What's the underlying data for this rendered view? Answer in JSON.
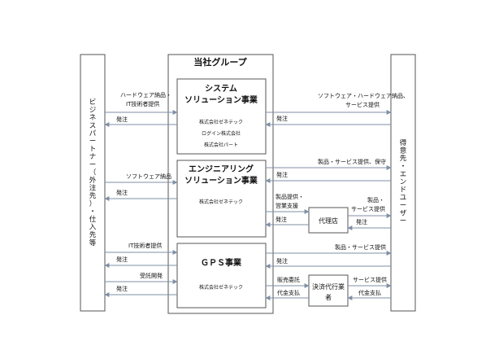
{
  "left_entity": "ビジネスパートナー（外注先）・仕入先等",
  "right_entity": "得意先・エンドユーザー",
  "group_title": "当社グループ",
  "segments": [
    {
      "title_lines": [
        "システム",
        "ソリューション事業"
      ],
      "companies": [
        "株式会社ゼネテック",
        "ログイン株式会社",
        "株式会社パート"
      ]
    },
    {
      "title_lines": [
        "エンジニアリング",
        "ソリューション事業"
      ],
      "companies": [
        "株式会社ゼネテック"
      ]
    },
    {
      "title_lines": [
        "ＧＰＳ事業"
      ],
      "companies": [
        "株式会社ゼネテック"
      ]
    }
  ],
  "agency_label": "代理店",
  "payment_agent_label": [
    "決済代行業",
    "者"
  ],
  "left_labels": {
    "s1_in": [
      "ハードウェア納品・",
      "IT技術者提供"
    ],
    "s1_out": "発注",
    "s2_in": "ソフトウェア納品",
    "s2_out": "発注",
    "s3_in": "IT技術者提供",
    "s3_out": "発注",
    "s3_in2": "受託開発",
    "s3_out2": "発注"
  },
  "right_labels": {
    "s1_out": [
      "ソフトウェア・ハードウェア納品、",
      "サービス提供"
    ],
    "s1_in": "発注",
    "s2_out": "製品・サービス提供、保守",
    "s2_in": "発注",
    "s2_agency_out": [
      "製品提供・",
      "営業支援"
    ],
    "s2_agency_in": "発注",
    "agency_end_out": [
      "製品・",
      "サービス提供"
    ],
    "agency_end_in": "発注",
    "s3_out": "製品・サービス提供",
    "s3_in": "発注",
    "s3_pay_out": "販売委託",
    "s3_pay_in": "代金支払",
    "pay_end_out": "サービス提供",
    "pay_end_in": "代金支払"
  }
}
